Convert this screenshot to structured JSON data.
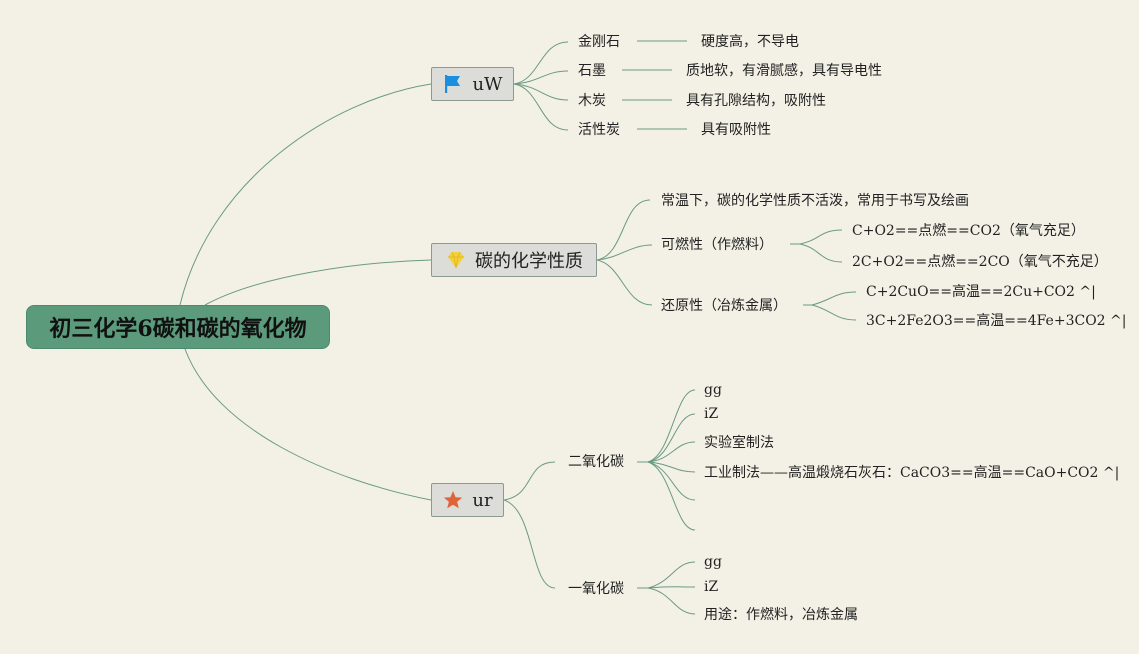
{
  "root": {
    "title": "初三化学6碳和碳的氧化物"
  },
  "topics": {
    "t1": {
      "label": "uW",
      "icon": "flag-icon"
    },
    "t2": {
      "label": "碳的化学性质",
      "icon": "gem-icon"
    },
    "t3": {
      "label": "ur",
      "icon": "star-icon"
    }
  },
  "t1_items": [
    {
      "name": "金刚石",
      "desc": "硬度高，不导电"
    },
    {
      "name": "石墨",
      "desc": "质地软，有滑腻感，具有导电性"
    },
    {
      "name": "木炭",
      "desc": "具有孔隙结构，吸附性"
    },
    {
      "name": "活性炭",
      "desc": "具有吸附性"
    }
  ],
  "t2_items": {
    "normal": "常温下，碳的化学性质不活泼，常用于书写及绘画",
    "combustion": {
      "label": "可燃性（作燃料）",
      "reactions": [
        "C+O2==点燃==CO2（氧气充足）",
        "2C+O2==点燃==2CO（氧气不充足）"
      ]
    },
    "reduction": {
      "label": "还原性（冶炼金属）",
      "reactions": [
        "C+2CuO==高温==2Cu+CO2 ^|",
        "3C+2Fe2O3==高温==4Fe+3CO2 ^|"
      ]
    }
  },
  "t3_items": {
    "co2": {
      "label": "二氧化碳",
      "children": [
        "gg",
        "iZ",
        "实验室制法",
        "工业制法——高温煅烧石灰石：CaCO3==高温==CaO+CO2 ^|",
        "",
        ""
      ]
    },
    "co": {
      "label": "一氧化碳",
      "children": [
        "gg",
        "iZ",
        "用途：作燃料，冶炼金属"
      ]
    }
  },
  "colors": {
    "background": "#f3f1e6",
    "root_fill": "#5b9b7c",
    "topic_fill": "#dcdcd8",
    "line": "#6b9a84",
    "flag": "#1a8fe0",
    "gem": "#f2d13a",
    "star": "#e0643a"
  }
}
